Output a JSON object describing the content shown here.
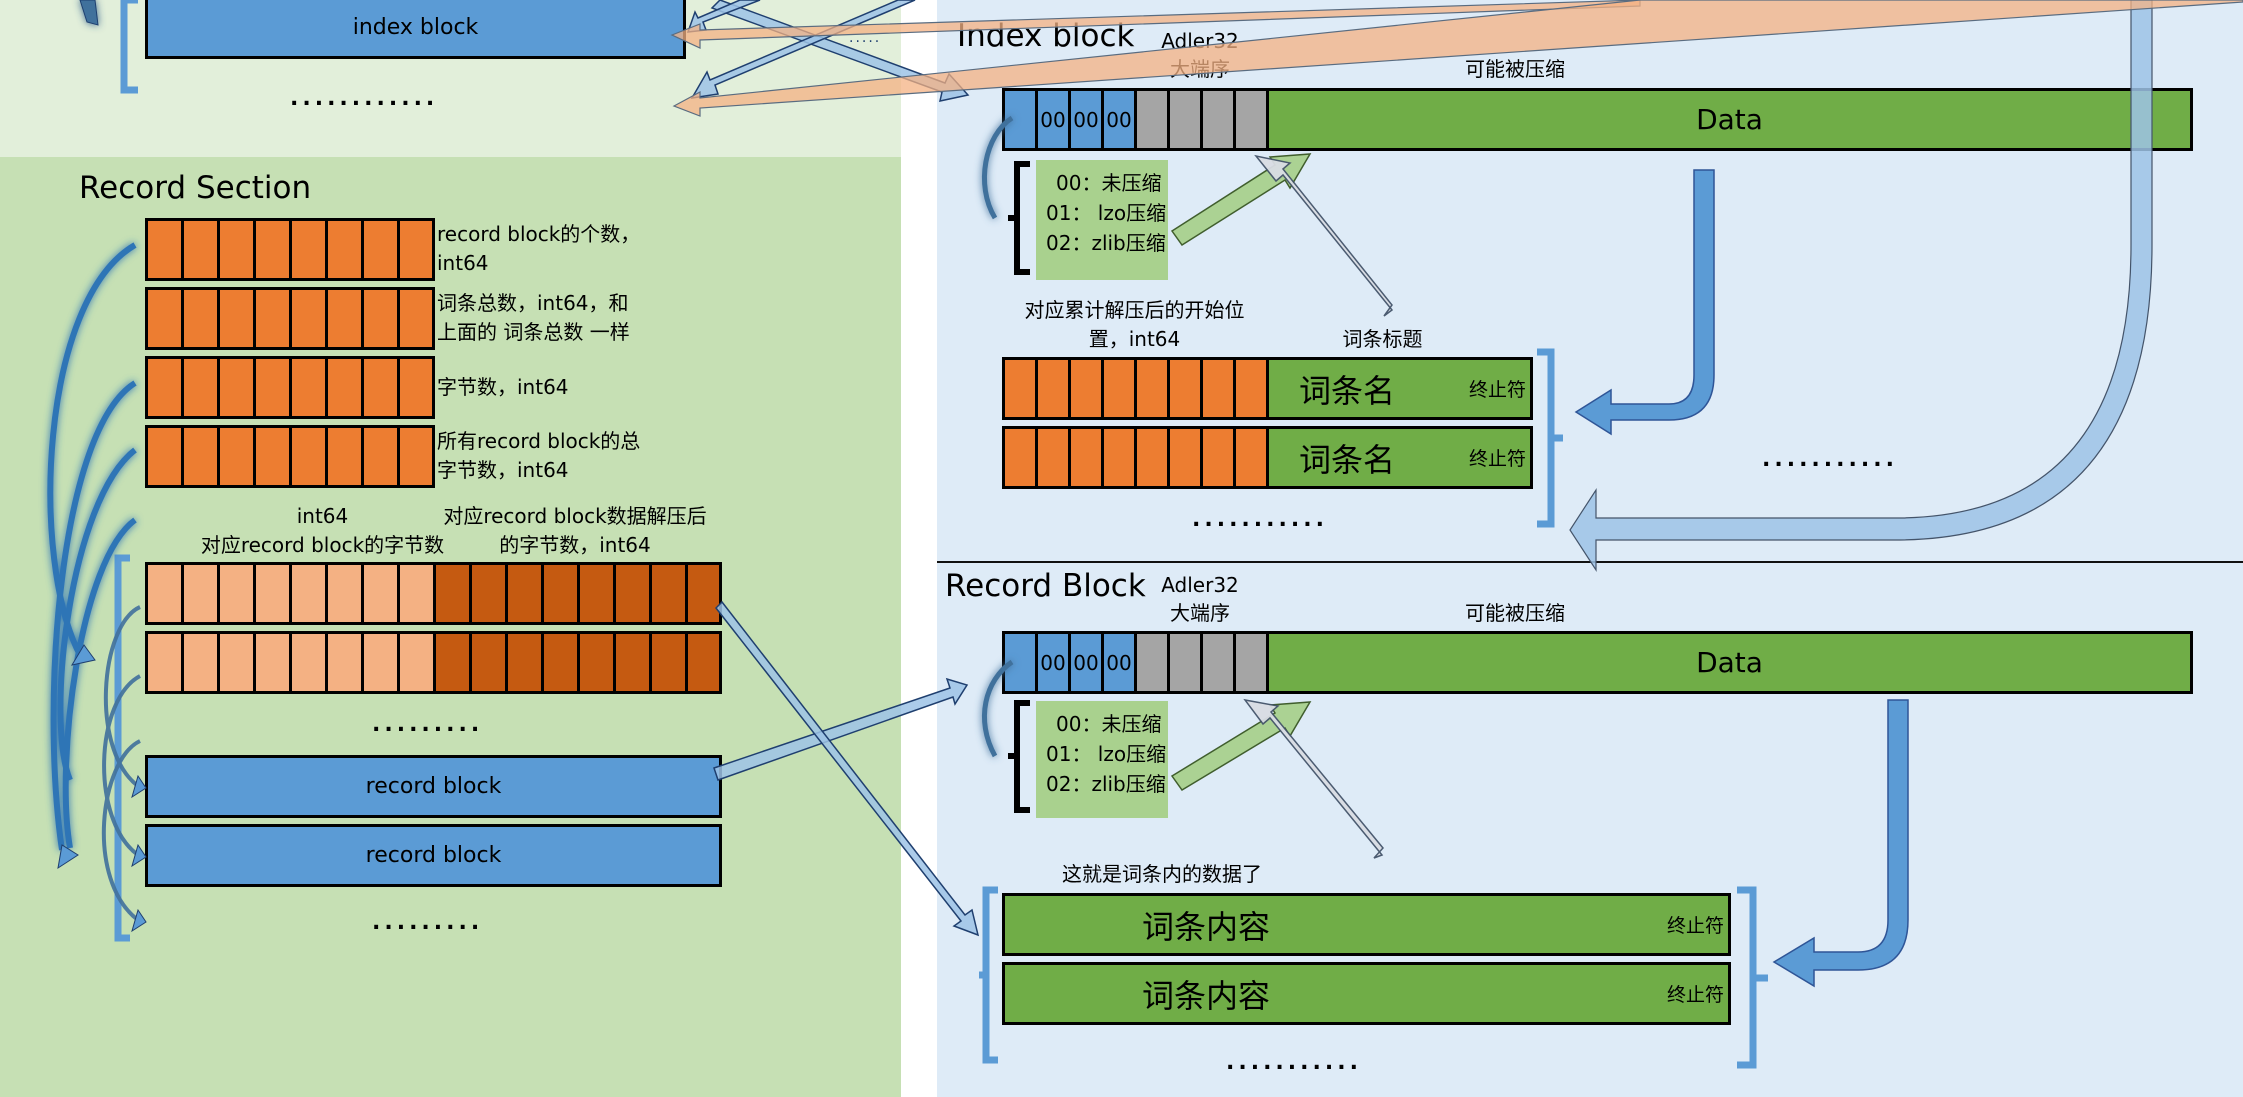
{
  "colors": {
    "panel_top": "#e2efda",
    "panel_record": "#c6e0b4",
    "panel_right": "#deebf7",
    "orange": "#ed7d31",
    "peach": "#f4b183",
    "rust": "#c55a11",
    "blue": "#5b9bd5",
    "gray": "#a5a5a5",
    "green": "#70ad47",
    "legend_green": "#a9d18e"
  },
  "top_section": {
    "index_block_label": "index block",
    "ellipsis": "............",
    "small_ellipsis": "....."
  },
  "record_section": {
    "title": "Record Section",
    "header_fields": [
      {
        "label_line1": "record block的个数，",
        "label_line2": "int64"
      },
      {
        "label_line1": "词条总数，int64，和",
        "label_line2": "上面的 词条总数 一样"
      },
      {
        "label_line1": "字节数，int64",
        "label_line2": ""
      },
      {
        "label_line1": "所有record block的总",
        "label_line2": "字节数，int64"
      }
    ],
    "pair_header_left_line1": "int64",
    "pair_header_left_line2": "对应record block的字节数",
    "pair_header_right_line1": "对应record block数据解压后",
    "pair_header_right_line2": "的字节数，int64",
    "pair_ellipsis": ".........",
    "record_blocks": [
      "record block",
      "record block"
    ],
    "record_ellipsis": "........."
  },
  "index_block": {
    "title": "Index block",
    "checksum_label": "Adler32",
    "byte_order_label": "大端序",
    "compress_label": "可能被压缩",
    "type_bytes": [
      "00",
      "00",
      "00"
    ],
    "data_label": "Data",
    "compression_types": [
      "00：未压缩",
      "01：  lzo压缩",
      "02：zlib压缩"
    ],
    "offset_label_line1": "对应累计解压后的开始位",
    "offset_label_line2": "置，int64",
    "headword_label": "词条标题",
    "entries": [
      {
        "name": "词条名",
        "terminator": "终止符"
      },
      {
        "name": "词条名",
        "terminator": "终止符"
      }
    ],
    "entries_ellipsis": "...........",
    "right_ellipsis": "..........."
  },
  "record_block": {
    "title": "Record Block",
    "checksum_label": "Adler32",
    "byte_order_label": "大端序",
    "compress_label": "可能被压缩",
    "type_bytes": [
      "00",
      "00",
      "00"
    ],
    "data_label": "Data",
    "compression_types": [
      "00：未压缩",
      "01：  lzo压缩",
      "02：zlib压缩"
    ],
    "content_label": "这就是词条内的数据了",
    "entries": [
      {
        "content": "词条内容",
        "terminator": "终止符"
      },
      {
        "content": "词条内容",
        "terminator": "终止符"
      }
    ],
    "entries_ellipsis": "..........."
  }
}
